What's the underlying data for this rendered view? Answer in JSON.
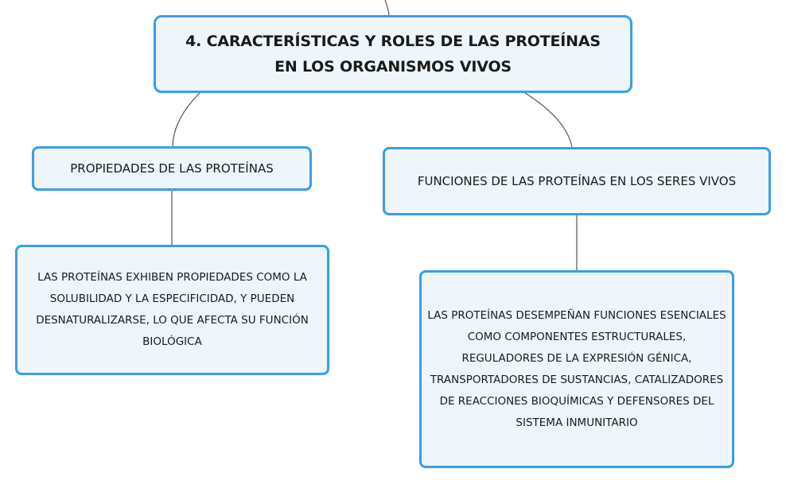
{
  "root": {
    "title_line1": "4. CARACTERÍSTICAS Y ROLES DE LAS PROTEÍNAS",
    "title_line2": "EN LOS ORGANISMOS VIVOS"
  },
  "left_branch": {
    "label": "PROPIEDADES DE LAS PROTEÍNAS",
    "child": {
      "text": "LAS PROTEÍNAS EXHIBEN PROPIEDADES COMO LA SOLUBILIDAD Y LA ESPECIFICIDAD, Y PUEDEN DESNATURALIZARSE, LO QUE AFECTA SU FUNCIÓN BIOLÓGICA"
    }
  },
  "right_branch": {
    "label": "FUNCIONES DE LAS PROTEÍNAS EN LOS SERES VIVOS",
    "child": {
      "text": "LAS PROTEÍNAS DESEMPEÑAN FUNCIONES ESENCIALES COMO COMPONENTES ESTRUCTURALES, REGULADORES DE LA EXPRESIÓN GÉNICA, TRANSPORTADORES DE SUSTANCIAS, CATALIZADORES DE REACCIONES BIOQUÍMICAS Y DEFENSORES DEL SISTEMA INMUNITARIO"
    }
  },
  "colors": {
    "node_border": "#3b9ee6",
    "node_fill": "#eef6fc",
    "connector": "#555555"
  }
}
